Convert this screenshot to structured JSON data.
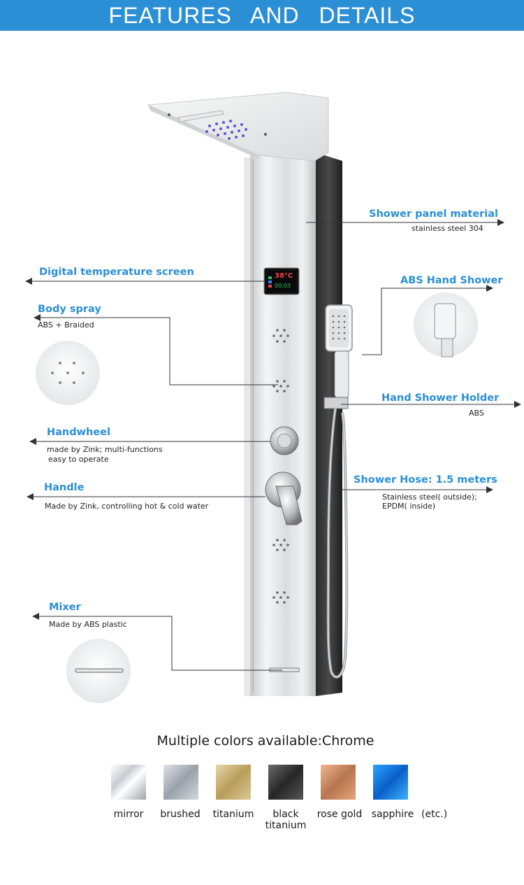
{
  "header": {
    "title": "FEATURES   AND   DETAILS"
  },
  "callouts": {
    "panel_material": {
      "label": "Shower panel material",
      "detail": "stainless steel 304"
    },
    "temp_screen": {
      "label": "Digital temperature screen",
      "display_temp": "38°C",
      "display_time": "00:03"
    },
    "body_spray": {
      "label": "Body spray",
      "detail": "ABS + Braided"
    },
    "hand_shower": {
      "label": "ABS Hand Shower"
    },
    "holder": {
      "label": "Hand Shower Holder",
      "detail": "ABS"
    },
    "handwheel": {
      "label": "Handwheel",
      "detail1": "made by Zink;  multi-functions",
      "detail2": "easy to operate"
    },
    "hose": {
      "label": "Shower Hose: 1.5 meters",
      "detail1": "Stainless steel( outside);",
      "detail2": "EPDM( inside)"
    },
    "handle": {
      "label": "Handle",
      "detail": "Made by Zink, controlling hot & cold water"
    },
    "mixer": {
      "label": "Mixer",
      "detail": "Made by ABS plastic"
    }
  },
  "colors": {
    "title": "Multiple colors available:Chrome",
    "items": [
      {
        "name": "mirror"
      },
      {
        "name": "brushed"
      },
      {
        "name": "titanium"
      },
      {
        "name": "black",
        "name2": "titanium"
      },
      {
        "name": "rose gold"
      },
      {
        "name": "sapphire"
      }
    ],
    "etc": "(etc.)"
  },
  "theme": {
    "accent": "#2b8fd6",
    "line": "#333333"
  }
}
